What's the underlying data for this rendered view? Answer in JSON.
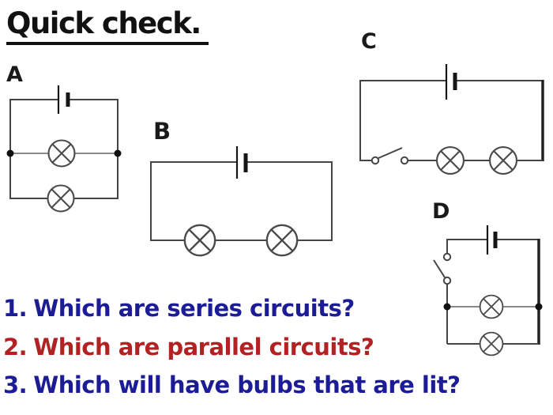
{
  "title": "Quick check.",
  "colors": {
    "question-blue": "#1c1c96",
    "question-red": "#b22222",
    "ink": "#111111",
    "wire": "#4a4a4a"
  },
  "icons": {
    "battery-icon": "two plates: long thin + short thick",
    "bulb-icon": "circle with X (lamp)",
    "switch-open-icon": "two small circles with raised lever",
    "junction-dot": "filled black node dot"
  },
  "circuits": [
    {
      "label": "A",
      "components": [
        "battery-icon",
        "bulb-icon",
        "bulb-icon",
        "junction-dot",
        "junction-dot"
      ]
    },
    {
      "label": "B",
      "components": [
        "battery-icon",
        "bulb-icon",
        "bulb-icon"
      ]
    },
    {
      "label": "C",
      "components": [
        "battery-icon",
        "switch-open-icon",
        "bulb-icon",
        "bulb-icon"
      ]
    },
    {
      "label": "D",
      "components": [
        "battery-icon",
        "switch-open-icon",
        "bulb-icon",
        "bulb-icon",
        "junction-dot",
        "junction-dot"
      ]
    }
  ],
  "questions": [
    {
      "label": "1.",
      "text": "Which are series circuits?",
      "color": "#1c1c96"
    },
    {
      "label": "2.",
      "text": "Which are parallel circuits?",
      "color": "#b22222"
    },
    {
      "label": "3.",
      "text": "Which will have bulbs that are lit?",
      "color": "#1c1c96"
    }
  ]
}
